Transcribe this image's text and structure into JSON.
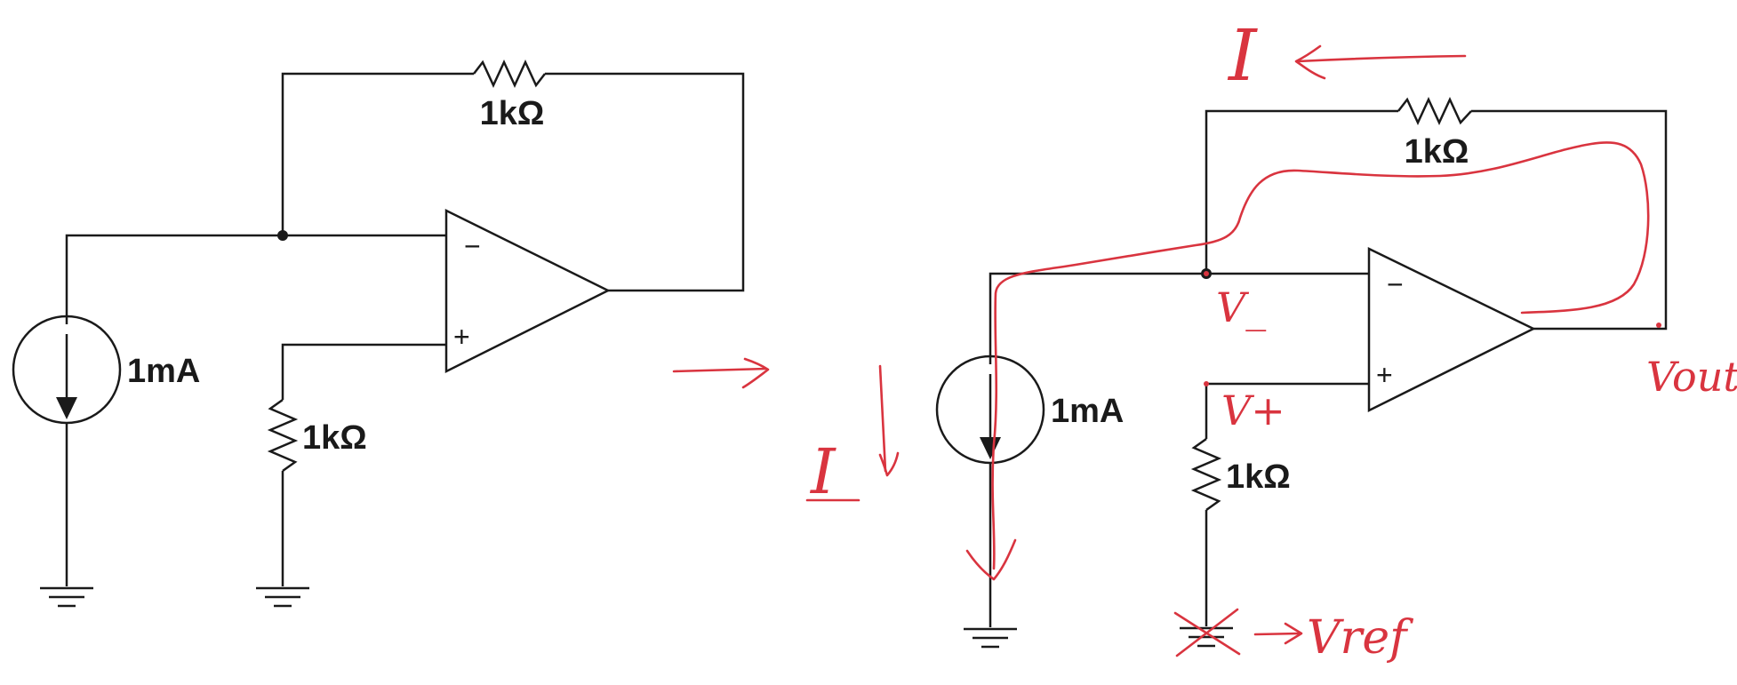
{
  "left_circuit": {
    "feedback_resistor": "1kΩ",
    "current_source": "1mA",
    "ground_resistor": "1kΩ",
    "inverting_sign": "−",
    "noninverting_sign": "+"
  },
  "right_circuit": {
    "feedback_resistor": "1kΩ",
    "current_source": "1mA",
    "ground_resistor": "1kΩ",
    "inverting_sign": "−",
    "noninverting_sign": "+"
  },
  "annotations": {
    "current_top": "I",
    "current_left": "I",
    "v_minus": "V_",
    "v_plus": "V+",
    "v_out": "Vout",
    "v_ref": "Vref"
  },
  "colors": {
    "schematic": "#1a1a1a",
    "annotation": "#d9343f"
  }
}
